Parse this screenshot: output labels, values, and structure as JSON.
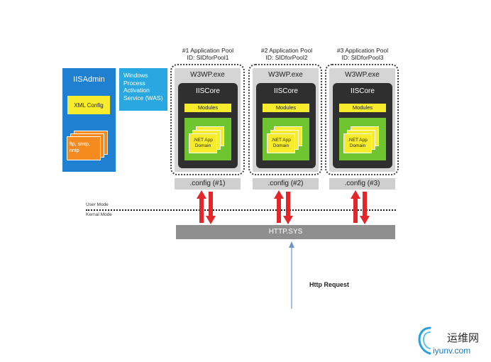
{
  "iisadmin": {
    "title": "IISAdmin",
    "xml_config": "XML Config",
    "protocols": [
      "ftp, smtp,",
      "nntp"
    ]
  },
  "was": {
    "lines": [
      "Windows",
      "Process",
      "Activation",
      "Service (WAS)"
    ]
  },
  "pools": [
    {
      "label_line1": "#1 Application Pool",
      "label_line2": "ID: SIDforPool1",
      "process": "W3WP.exe",
      "core": "IISCore",
      "modules": "Modules",
      "app_line1": ".NET App",
      "app_line2": "Domain",
      "config": ".config (#1)"
    },
    {
      "label_line1": "#2 Application Pool",
      "label_line2": "ID: SIDforPool2",
      "process": "W3WP.exe",
      "core": "IISCore",
      "modules": "Modules",
      "app_line1": ".NET App",
      "app_line2": "Domain",
      "config": ".config (#2)"
    },
    {
      "label_line1": "#3 Application Pool",
      "label_line2": "ID: SIDforPool3",
      "process": "W3WP.exe",
      "core": "IISCore",
      "modules": "Modules",
      "app_line1": ".NET App",
      "app_line2": "Domain",
      "config": ".config (#3)"
    }
  ],
  "modes": {
    "user": "User Mode",
    "kernel": "Kernal Mode"
  },
  "httpsys": "HTTP.SYS",
  "request": "Http Request",
  "watermark": {
    "cn": "运维网",
    "url": "iyunv.com"
  },
  "colors": {
    "iisadmin_blue": "#1f7fd0",
    "was_blue": "#29a7e0",
    "yellow": "#f7ec2b",
    "orange": "#f58a1f",
    "green": "#6ec52f",
    "core_dark": "#2f2f2f",
    "arrow_red": "#e3262c",
    "request_arrow": "#6f93c6",
    "httpsys_gray": "#8f8f8f"
  }
}
